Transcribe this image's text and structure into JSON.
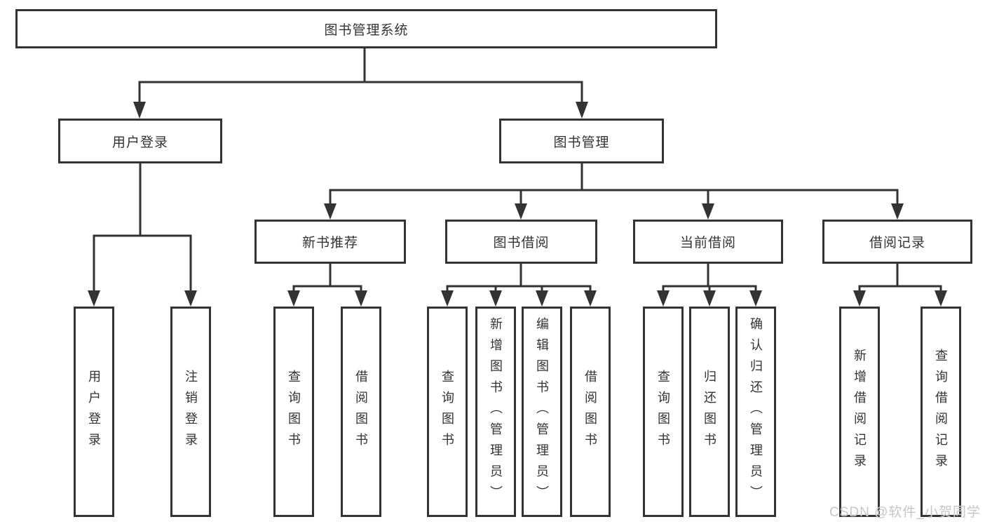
{
  "colors": {
    "line": "#333333",
    "box_border": "#333333",
    "box_background": "#ffffff",
    "text": "#333333",
    "watermark_text": "#c7c7c7"
  },
  "watermark": {
    "text": "CSDN @软件_小贺同学"
  },
  "tree": {
    "label": "图书管理系统",
    "children": [
      {
        "label": "用户登录",
        "children": [
          {
            "label": "用户登录"
          },
          {
            "label": "注销登录"
          }
        ]
      },
      {
        "label": "图书管理",
        "children": [
          {
            "label": "新书推荐",
            "children": [
              {
                "label": "查询图书"
              },
              {
                "label": "借阅图书"
              }
            ]
          },
          {
            "label": "图书借阅",
            "children": [
              {
                "label": "查询图书"
              },
              {
                "label": "新增图书（管理员）"
              },
              {
                "label": "编辑图书（管理员）"
              },
              {
                "label": "借阅图书"
              }
            ]
          },
          {
            "label": "当前借阅",
            "children": [
              {
                "label": "查询图书"
              },
              {
                "label": "归还图书"
              },
              {
                "label": "确认归还（管理员）"
              }
            ]
          },
          {
            "label": "借阅记录",
            "children": [
              {
                "label": "新增借阅记录"
              },
              {
                "label": "查询借阅记录"
              }
            ]
          }
        ]
      }
    ]
  }
}
